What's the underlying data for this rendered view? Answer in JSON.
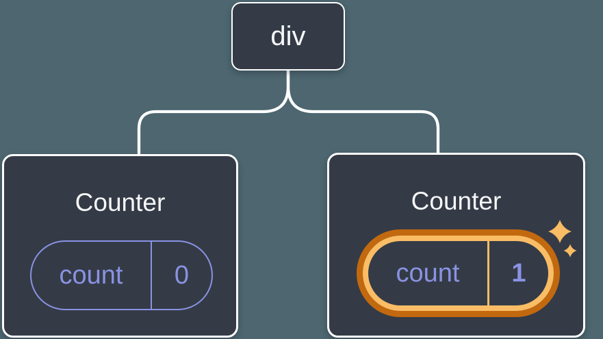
{
  "colors": {
    "background": "#4D6670",
    "node_fill": "#343B46",
    "node_border": "#FFFFFF",
    "connector": "#FFFFFF",
    "state_accent": "#8A92E3",
    "highlight_outer": "#C2690F",
    "highlight_inner": "#FABD66",
    "sparkle": "#F8BC64",
    "text": "#F6F7F9"
  },
  "tree": {
    "root": {
      "label": "div"
    },
    "children": [
      {
        "title": "Counter",
        "state_key": "count",
        "state_value": "0",
        "highlighted": false
      },
      {
        "title": "Counter",
        "state_key": "count",
        "state_value": "1",
        "highlighted": true
      }
    ]
  },
  "icons": {
    "highlight": "sparkles-icon"
  }
}
